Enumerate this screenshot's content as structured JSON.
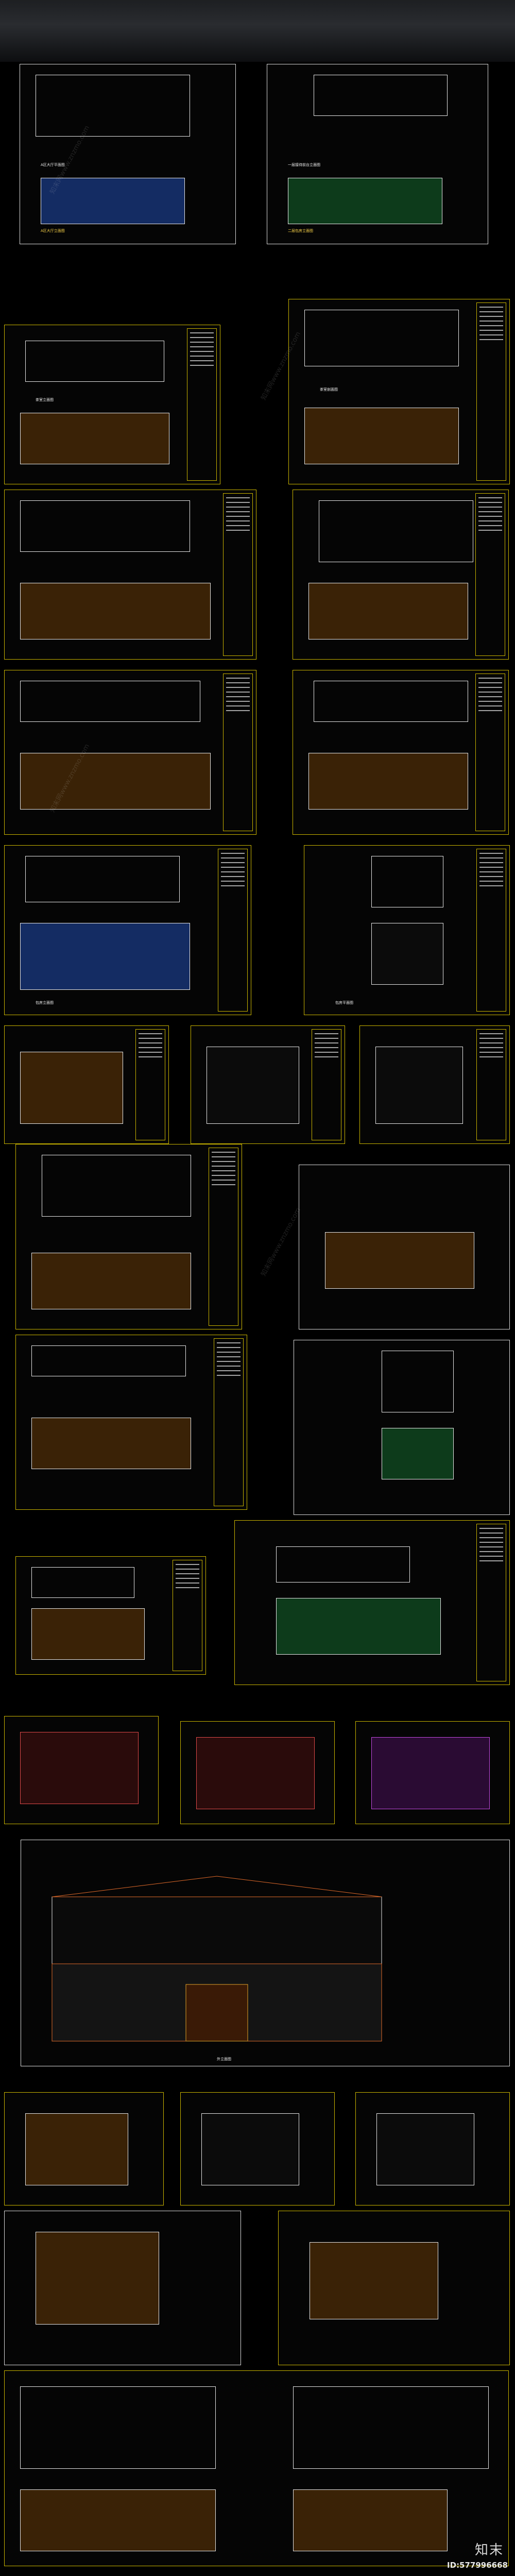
{
  "sheets": [
    {
      "title": "A区大厅平面图",
      "subtitle": "A区大厅立面图"
    },
    {
      "title": "一层接待前台立面图",
      "subtitle": "二层包房立面图"
    },
    {
      "title": "茶室立面图",
      "subtitle": "茶室剖面图"
    },
    {
      "title": "卫生间立面图",
      "subtitle": "卫生间详图"
    },
    {
      "title": "包房立面图",
      "subtitle": "包房平面图"
    },
    {
      "title": "外立面图",
      "subtitle": "外立面详图"
    }
  ],
  "facade": {
    "title": "外立面图"
  },
  "footer": {
    "logo": "知末",
    "id": "ID:577996668"
  },
  "watermark": "知末网www.znzmo.com"
}
